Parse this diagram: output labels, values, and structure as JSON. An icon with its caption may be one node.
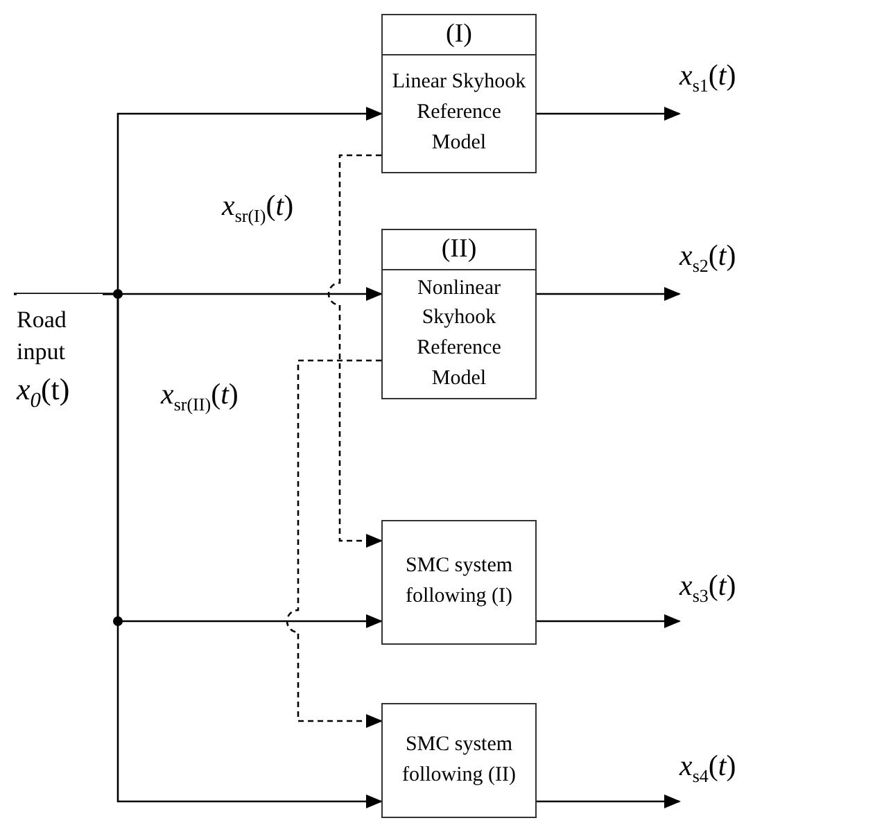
{
  "diagram": {
    "nodes": [
      {
        "text": [
          "Road input",
          "*x*$_{0}$(t)"
        ]
      },
      {
        "text": [
          "(I)",
          "Linear Skyhook Reference Model"
        ]
      },
      {
        "text": [
          "(II)",
          "Nonlinear Skyhook Reference Model"
        ]
      },
      {
        "text": [
          "SMC system following (I)"
        ]
      },
      {
        "text": [
          "SMC system following (II)"
        ]
      }
    ],
    "edges": [
      {
        "from": 0,
        "to": 1,
        "arrow": "to"
      },
      {
        "from": 0,
        "to": 2,
        "arrow": "to"
      },
      {
        "from": 0,
        "to": 3,
        "arrow": "to"
      },
      {
        "from": 0,
        "to": 4,
        "arrow": "to"
      },
      {
        "from": 1,
        "to": 3,
        "arrow": "to",
        "style": "dashed",
        "label": "*x*$_{sr(I)}$(*t*)"
      },
      {
        "from": 2,
        "to": 4,
        "arrow": "to",
        "style": "dashed",
        "label": "*x*$_{sr(II)}$(*t*)"
      },
      {
        "from": 1,
        "to": null,
        "arrow": "to",
        "label": "*x*$_{s1}$(*t*)"
      },
      {
        "from": 2,
        "to": null,
        "arrow": "to",
        "label": "*x*$_{s2}$(*t*)"
      },
      {
        "from": 3,
        "to": null,
        "arrow": "to",
        "label": "*x*$_{s3}$(*t*)"
      },
      {
        "from": 4,
        "to": null,
        "arrow": "to",
        "label": "*x*$_{s4}$(*t*)"
      }
    ]
  }
}
